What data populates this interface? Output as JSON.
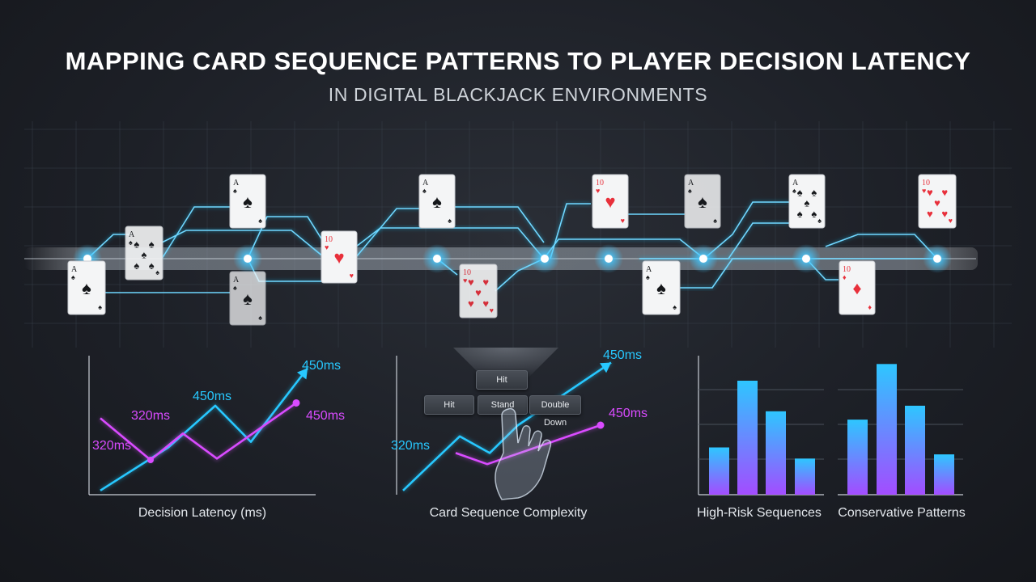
{
  "title": "MAPPING CARD SEQUENCE PATTERNS TO PLAYER DECISION LATENCY",
  "subtitle": "IN DIGITAL BLACKJACK ENVIRONMENTS",
  "colors": {
    "cyan": "#27c8ff",
    "magenta": "#d94bff",
    "bar_top": "#2ec6ff",
    "bar_bottom": "#a34cff",
    "red_suit": "#e8303b",
    "black_suit": "#15171a"
  },
  "cards": [
    {
      "rank": "A",
      "suit": "♠",
      "color": "black"
    },
    {
      "rank": "A",
      "suit": "♠",
      "color": "black"
    },
    {
      "rank": "A",
      "suit": "♠",
      "color": "black"
    },
    {
      "rank": "A",
      "suit": "♠",
      "color": "black"
    },
    {
      "rank": "10",
      "suit": "♥",
      "color": "red"
    },
    {
      "rank": "A",
      "suit": "♠",
      "color": "black"
    },
    {
      "rank": "10",
      "suit": "♥",
      "color": "red"
    },
    {
      "rank": "10",
      "suit": "♥",
      "color": "red"
    },
    {
      "rank": "A",
      "suit": "♠",
      "color": "black"
    },
    {
      "rank": "A",
      "suit": "♠",
      "color": "black"
    },
    {
      "rank": "A",
      "suit": "♠",
      "color": "black"
    },
    {
      "rank": "10",
      "suit": "♦",
      "color": "red"
    },
    {
      "rank": "10",
      "suit": "♥",
      "color": "red"
    }
  ],
  "buttons": {
    "hit_top": "Hit",
    "hit": "Hit",
    "stand": "Stand",
    "double_down": "Double Down"
  },
  "chart_data": [
    {
      "type": "line",
      "xlabel": "Decision Latency (ms)",
      "series": [
        {
          "color": "cyan",
          "values": [
            0.03,
            0.34,
            0.64,
            0.38,
            0.91
          ]
        },
        {
          "color": "magenta",
          "values": [
            0.55,
            0.25,
            0.44,
            0.26,
            0.66
          ]
        }
      ],
      "annotations": [
        "450ms",
        "450ms",
        "320ms",
        "320ms",
        "450ms"
      ]
    },
    {
      "type": "line",
      "xlabel": "Card Sequence Complexity",
      "series": [
        {
          "color": "cyan",
          "values": [
            0.03,
            0.42,
            0.3,
            0.5,
            0.95
          ]
        },
        {
          "color": "magenta",
          "values": [
            0.3,
            0.22,
            0.5
          ]
        }
      ],
      "annotations": [
        "450ms",
        "450ms",
        "320ms"
      ]
    },
    {
      "type": "bar",
      "categories": [
        "High-Risk Sequences",
        "Conservative Patterns"
      ],
      "series": [
        {
          "name": "High-Risk Sequences",
          "values": [
            0.34,
            0.82,
            0.6,
            0.26
          ]
        },
        {
          "name": "Conservative Patterns",
          "values": [
            0.54,
            0.94,
            0.64,
            0.29
          ]
        }
      ]
    }
  ]
}
